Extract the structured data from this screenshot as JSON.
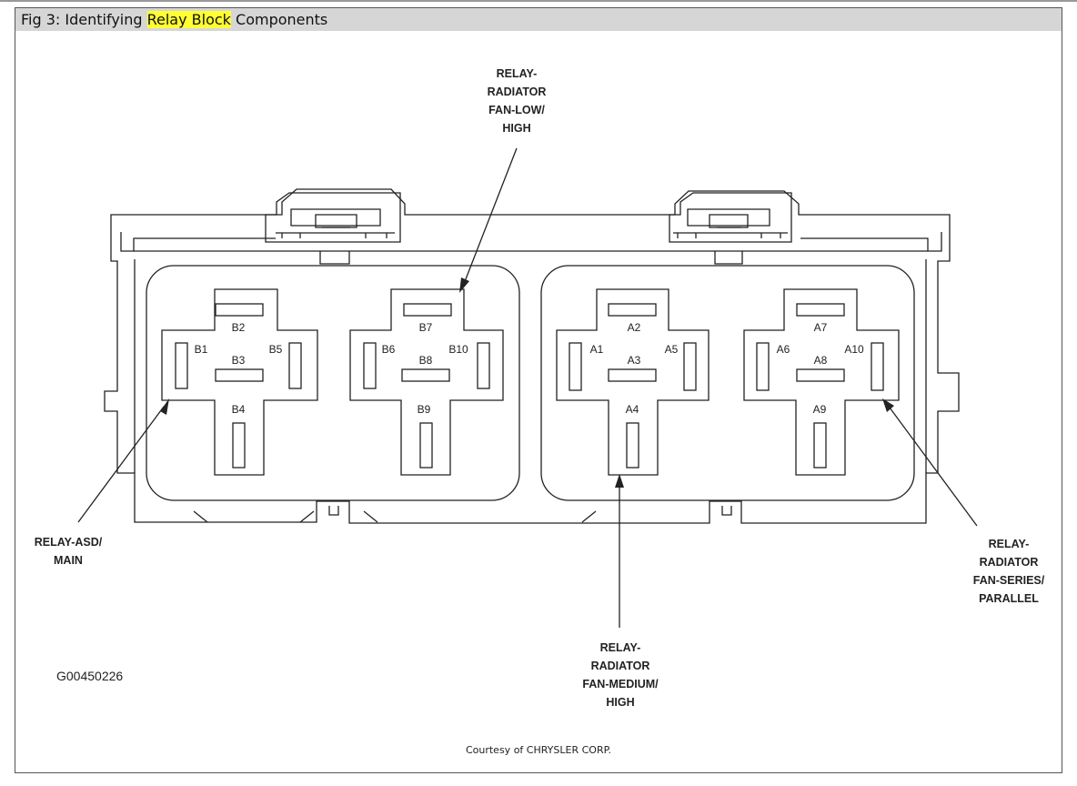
{
  "figure": {
    "title_prefix": "Fig 3: Identifying ",
    "title_highlight": "Relay Block",
    "title_suffix": " Components",
    "credit": "Courtesy of CHRYSLER CORP.",
    "drawing_code": "G00450226",
    "highlight_color": "#ffff33"
  },
  "relays": [
    {
      "id": "low_high",
      "lines": [
        "RELAY-",
        "RADIATOR",
        "FAN-LOW/",
        "HIGH"
      ]
    },
    {
      "id": "asd",
      "lines": [
        "RELAY-ASD/",
        "MAIN"
      ]
    },
    {
      "id": "medium_high",
      "lines": [
        "RELAY-",
        "RADIATOR",
        "FAN-MEDIUM/",
        "HIGH"
      ]
    },
    {
      "id": "series_parallel",
      "lines": [
        "RELAY-",
        "RADIATOR",
        "FAN-SERIES/",
        "PARALLEL"
      ]
    }
  ],
  "pins": {
    "B2": "B2",
    "B1": "B1",
    "B3": "B3",
    "B5": "B5",
    "B4": "B4",
    "B7": "B7",
    "B6": "B6",
    "B8": "B8",
    "B10": "B10",
    "B9": "B9",
    "A2": "A2",
    "A1": "A1",
    "A3": "A3",
    "A5": "A5",
    "A4": "A4",
    "A7": "A7",
    "A6": "A6",
    "A8": "A8",
    "A10": "A10",
    "A9": "A9"
  }
}
